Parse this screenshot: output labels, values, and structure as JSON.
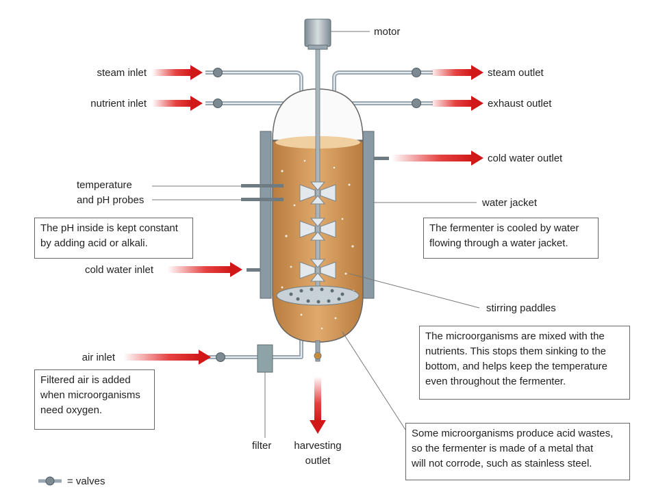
{
  "labels": {
    "motor": "motor",
    "steam_inlet": "steam inlet",
    "nutrient_inlet": "nutrient inlet",
    "steam_outlet": "steam outlet",
    "exhaust_outlet": "exhaust outlet",
    "cold_water_outlet": "cold water outlet",
    "temperature": "temperature",
    "and_ph_probes": "and pH probes",
    "water_jacket": "water jacket",
    "cold_water_inlet": "cold water inlet",
    "stirring_paddles": "stirring paddles",
    "air_inlet": "air inlet",
    "filter": "filter",
    "harvesting": "harvesting",
    "outlet": "outlet",
    "valves_legend": "= valves"
  },
  "notes": {
    "ph": "The pH inside is kept constant\nby adding acid or alkali.",
    "cooled": "The fermenter is cooled by water\nflowing through a water jacket.",
    "mixed": "The microorganisms are mixed with the\nnutrients. This stops them sinking to the\nbottom, and helps keep the temperature\neven throughout the fermenter.",
    "air": "Filtered air is added\nwhen microorganisms\nneed oxygen.",
    "acid": "Some microorganisms produce acid wastes,\nso the fermenter is made of a metal that\nwill not corrode, such as stainless steel."
  },
  "colors": {
    "arrow": "#e02020",
    "liquid": "#d9a066",
    "jacket": "#8a9aa4",
    "pipe": "#b8c4cc"
  }
}
